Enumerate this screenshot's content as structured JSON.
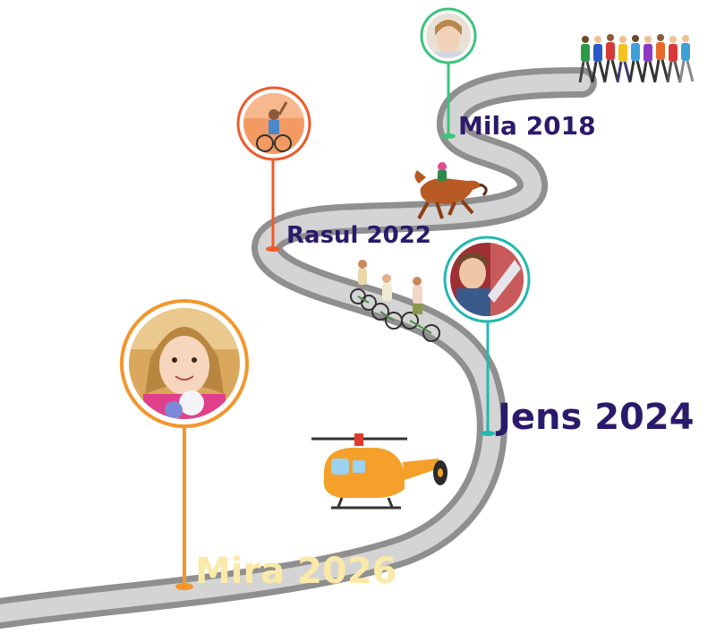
{
  "milestones": [
    {
      "id": "mila",
      "label": "Mila 2018",
      "color": "#3cc47a",
      "text_color": "#2b1a6b",
      "photo": "girl-portrait",
      "photo_tone": "#f0e6da"
    },
    {
      "id": "rasul",
      "label": "Rasul 2022",
      "color": "#ef5a2a",
      "text_color": "#2b1a6b",
      "photo": "wheelchair-athlete",
      "photo_tone": "#f4a06a"
    },
    {
      "id": "jens",
      "label": "Jens 2024",
      "color": "#23b8b0",
      "text_color": "#2b1a6b",
      "photo": "boy-with-flag",
      "photo_tone": "#b23c3c"
    },
    {
      "id": "mira",
      "label": "Mira 2026",
      "color": "#f4962a",
      "text_color": "#fbe9a8",
      "photo": "girl-smiling-portrait",
      "photo_tone": "#e8b870"
    }
  ],
  "illustrations": [
    "running-crowd",
    "racehorse-jockey",
    "family-cycling",
    "helicopter"
  ],
  "road": {
    "color": "#c9c9c9",
    "edge_color": "#8d8d8d"
  }
}
